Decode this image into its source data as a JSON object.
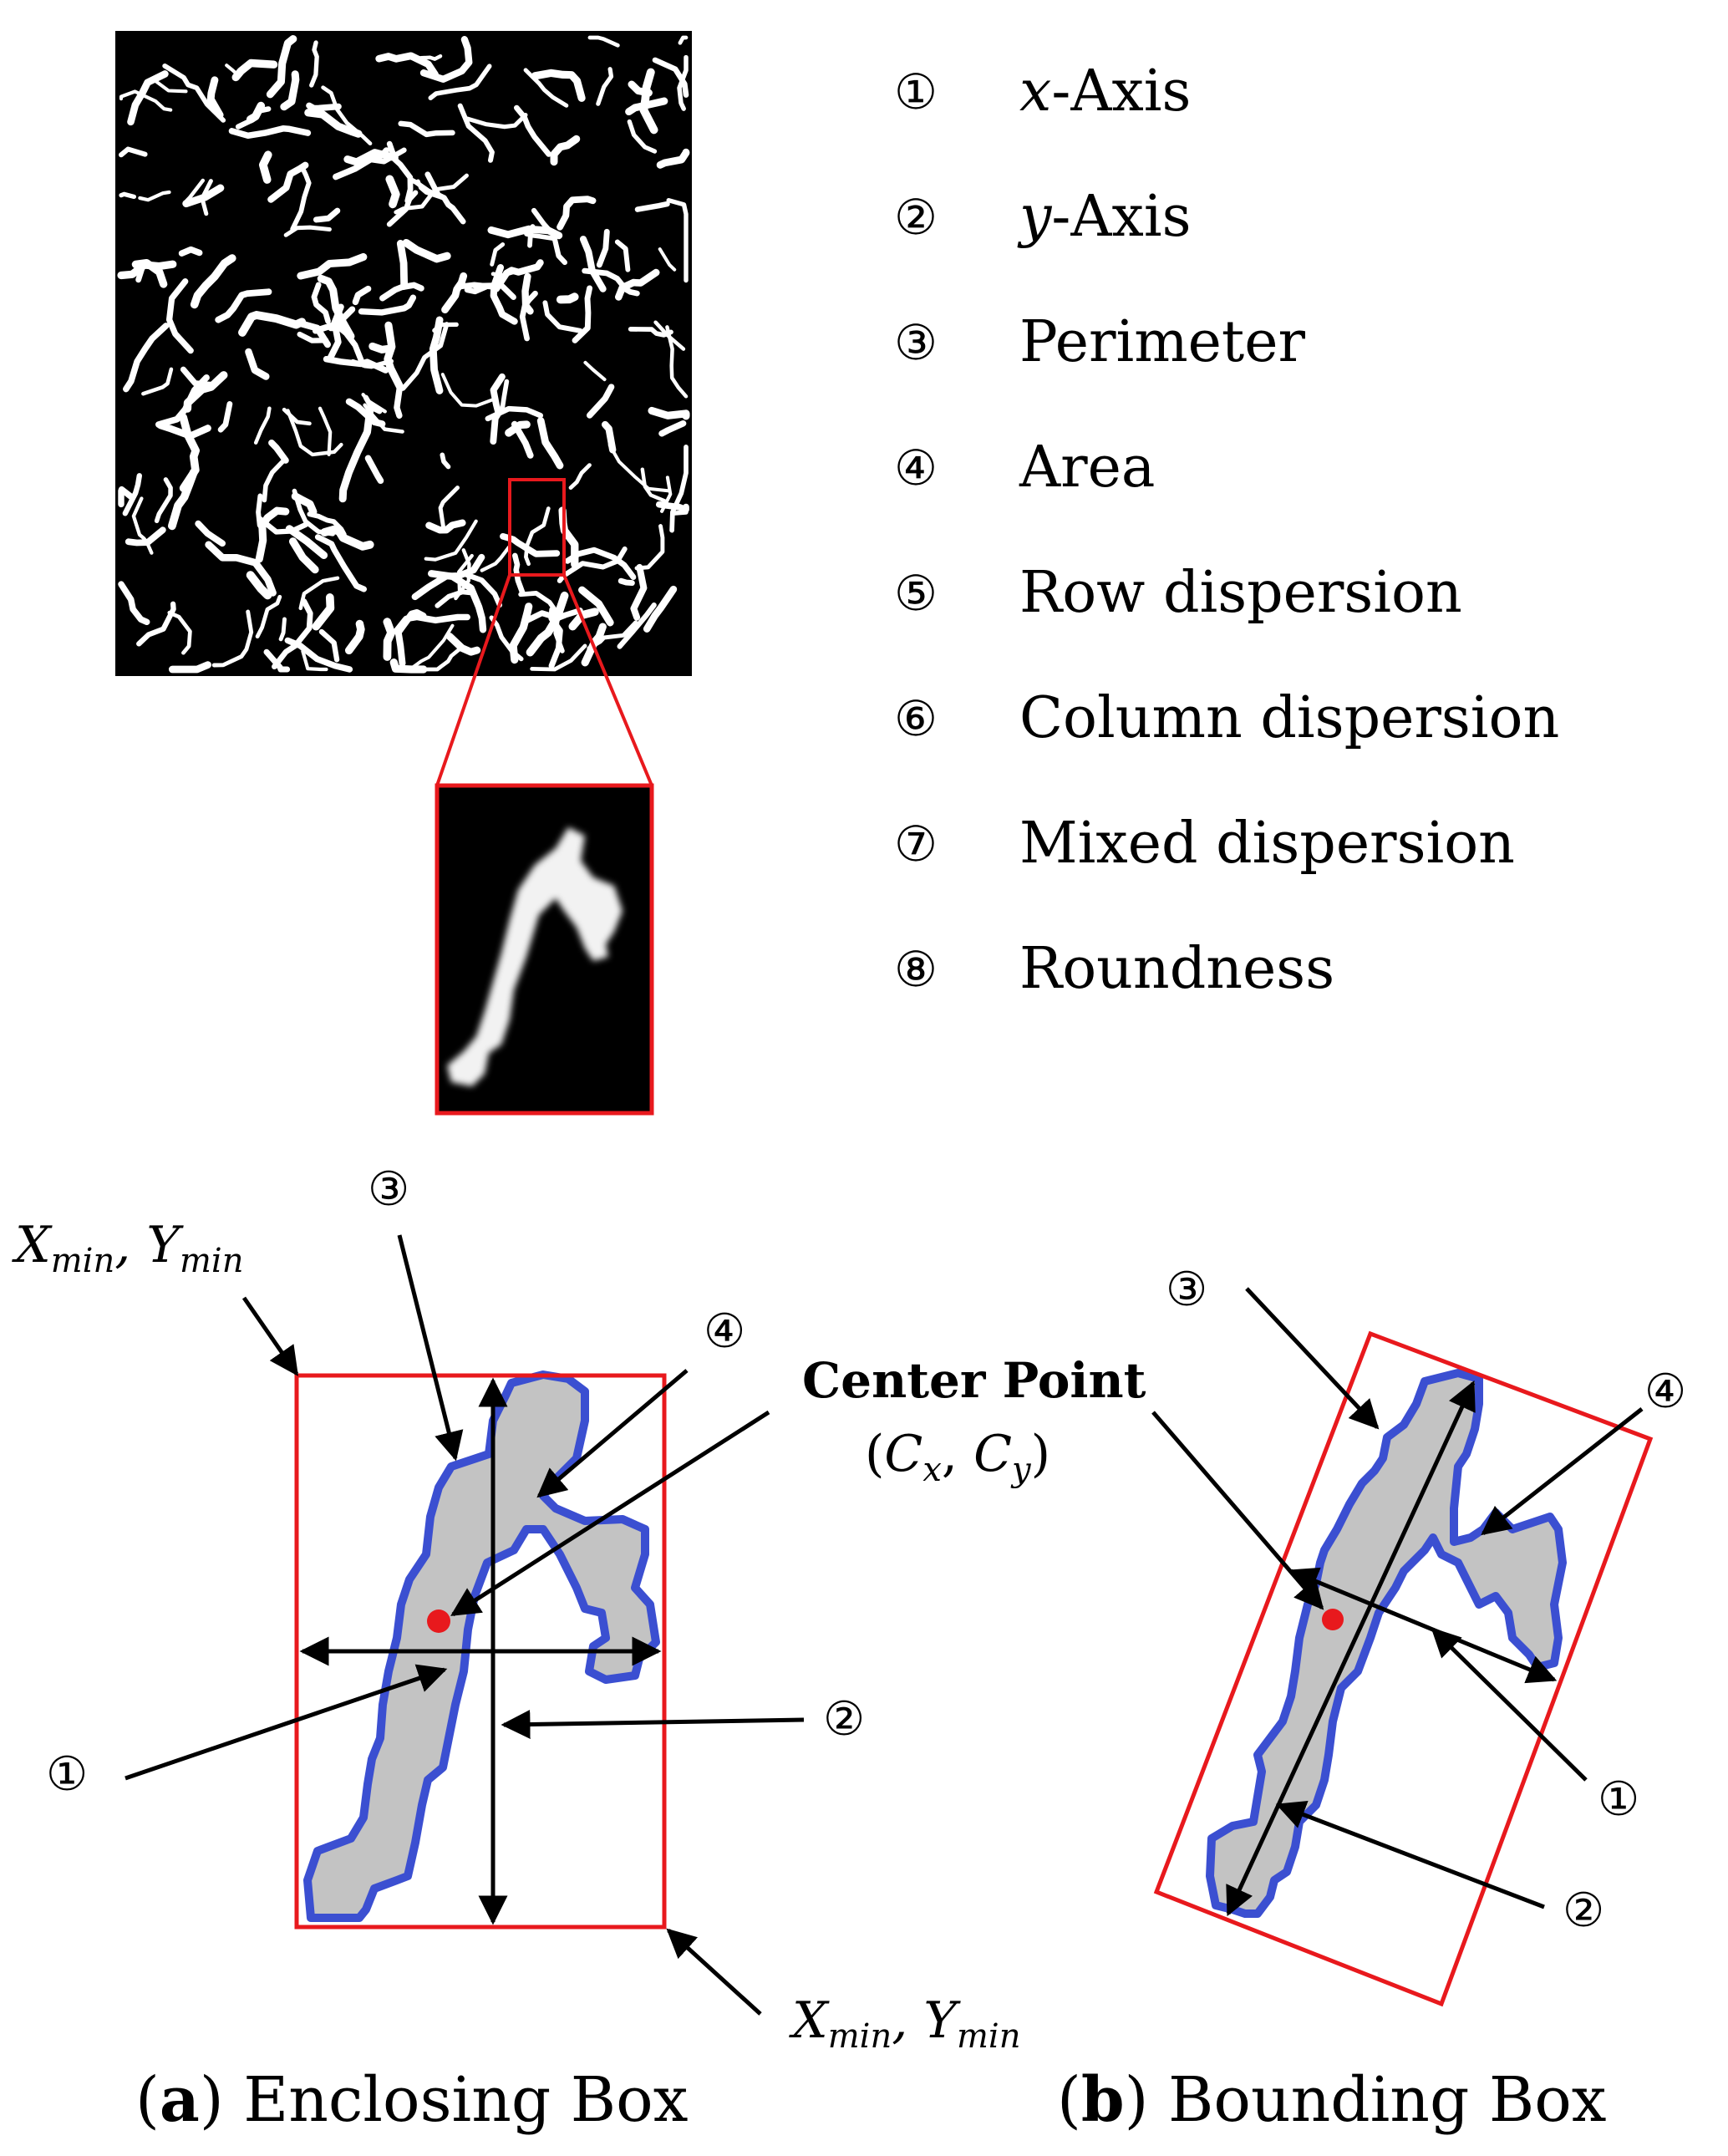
{
  "legend": {
    "items": [
      {
        "num": "①",
        "label_italic": "x",
        "label_rest": "-Axis"
      },
      {
        "num": "②",
        "label_italic": "y",
        "label_rest": "-Axis"
      },
      {
        "num": "③",
        "label_italic": "",
        "label_rest": "Perimeter"
      },
      {
        "num": "④",
        "label_italic": "",
        "label_rest": "Area"
      },
      {
        "num": "⑤",
        "label_italic": "",
        "label_rest": "Row dispersion"
      },
      {
        "num": "⑥",
        "label_italic": "",
        "label_rest": "Column dispersion"
      },
      {
        "num": "⑦",
        "label_italic": "",
        "label_rest": "Mixed dispersion"
      },
      {
        "num": "⑧",
        "label_italic": "",
        "label_rest": "Roundness"
      }
    ]
  },
  "panel_a": {
    "callouts": {
      "x_axis": "①",
      "y_axis": "②",
      "perimeter": "③",
      "area": "④"
    },
    "top_left_label": {
      "base1": "X",
      "sub1": "min",
      "sep": ", ",
      "base2": "Y",
      "sub2": "min"
    },
    "bottom_right_label": {
      "base1": "X",
      "sub1": "min",
      "sep": ", ",
      "base2": "Y",
      "sub2": "min"
    },
    "caption": {
      "letter": "a",
      "text": " Enclosing Box"
    }
  },
  "center_point": {
    "title": "Center Point",
    "coords": "(Cx, Cy)",
    "coord_open": "(",
    "c1": "C",
    "c1_sub": "x",
    "comma": ", ",
    "c2": "C",
    "c2_sub": "y",
    "coord_close": ")"
  },
  "panel_b": {
    "callouts": {
      "x_axis": "①",
      "y_axis": "②",
      "perimeter": "③",
      "area": "④"
    },
    "caption": {
      "letter": "b",
      "text": " Bounding Box"
    }
  },
  "colors": {
    "box": "#e8191d",
    "outline": "#3b4fd1",
    "fill": "#c3c3c3",
    "center_dot": "#e8191d",
    "image_bg": "#000000",
    "specks": "#ffffff"
  }
}
